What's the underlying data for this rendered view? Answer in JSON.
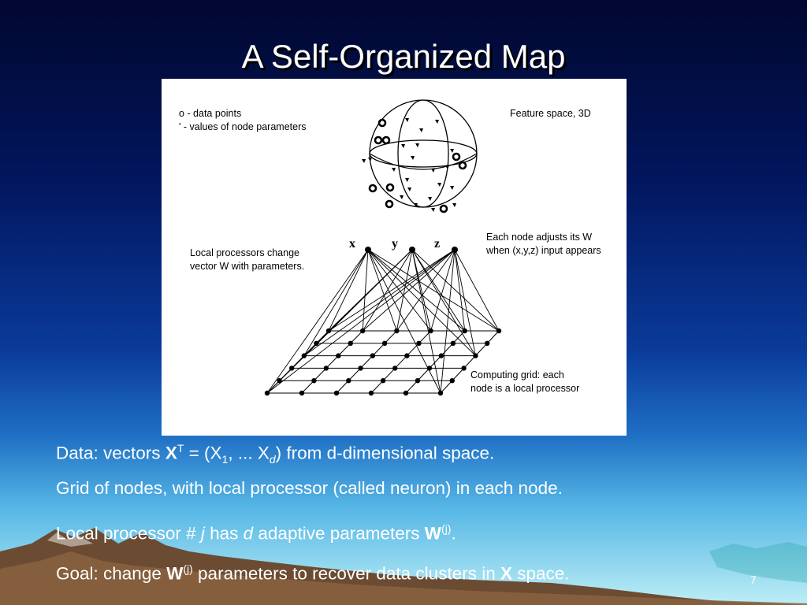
{
  "slide": {
    "title": "A Self-Organized Map",
    "page_number": "7"
  },
  "figure": {
    "legend_line1": "o - data points",
    "legend_line2": "'  - values of node parameters",
    "feature_space_label": "Feature space, 3D",
    "adjust_line1": "Each node adjusts its W",
    "adjust_line2": "when (x,y,z) input appears",
    "local_line1": "Local processors change",
    "local_line2": "vector W with parameters.",
    "grid_line1": "Computing grid: each",
    "grid_line2": "node is a local processor",
    "input_x": "x",
    "input_y": "y",
    "input_z": "z"
  },
  "bullets": {
    "b1": {
      "prefix": "Data: vectors ",
      "bold": "X",
      "sup": "T",
      "mid": " = (X",
      "sub1": "1",
      "mid2": ", ... X",
      "sub2": "d",
      "suffix": ") from d-dimensional space."
    },
    "b2": {
      "text": "Grid of nodes, with local processor (called neuron) in each node."
    },
    "b3": {
      "prefix": "Local processor # ",
      "j": "j",
      "mid": " has ",
      "d": "d",
      "mid2": " adaptive parameters ",
      "bold": "W",
      "sup": "(j)",
      "suffix": "."
    },
    "b4": {
      "prefix": "Goal: change ",
      "bold": "W",
      "sup": "(j)",
      "mid": " parameters to recover data clusters in ",
      "bold2": "X",
      "suffix": " space."
    }
  }
}
